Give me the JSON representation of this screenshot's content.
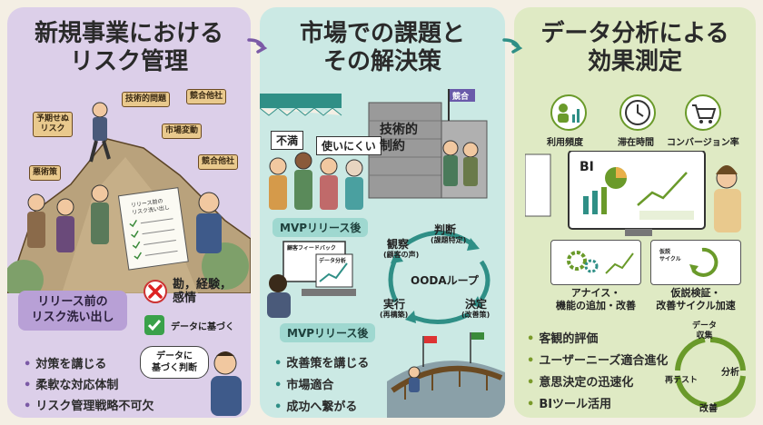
{
  "panel1": {
    "title_line1": "新規事業における",
    "title_line2": "リスク管理",
    "signs": {
      "unexpected_risk": "予期せぬ\nリスク",
      "tech_issue": "技術的問題",
      "competitor1": "競合他社",
      "market_change": "市場変動",
      "competitor2": "競合他社",
      "measures": "悪術策"
    },
    "checklist_title": "リリース前の\nリスク洗い出し",
    "highlight_label": "リリース前の\nリスク洗い出し",
    "gut": "勘，経験，\n感情",
    "data_based": "データに基づく",
    "bubble": "データに\n基づく判断",
    "bullets": [
      "対策を講じる",
      "柔軟な対応体制",
      "リスク管理戦略不可欠"
    ]
  },
  "panel2": {
    "title_line1": "市場での課題と",
    "title_line2": "その解決策",
    "sign_dissatisfied": "不満",
    "sign_hard_to_use": "使いにくい",
    "wall_text": "技術的\n制約",
    "flag_text": "競合",
    "mvp_label_top": "MVPリリース後",
    "screen_feedback": "顧客フィードバック",
    "screen_data": "データ分析",
    "ooda": {
      "observe": "観察",
      "observe_sub": "(顧客の声)",
      "judge": "判断",
      "judge_sub": "(課題特定)",
      "decide": "決定",
      "decide_sub": "(改善策)",
      "act": "実行",
      "act_sub": "(再構築)",
      "loop": "OODAループ"
    },
    "mvp_label_bottom": "MVPリリース後",
    "bullets": [
      "改善策を講じる",
      "市場適合",
      "成功へ繋がる"
    ]
  },
  "panel3": {
    "title_line1": "データ分析による",
    "title_line2": "効果測定",
    "metrics": [
      "利用頻度",
      "滞在時間",
      "コンバージョン率"
    ],
    "bi_label": "BI",
    "card1": "アナイス・\n機能の追加・改善",
    "card2": "仮説検証・\n改善サイクル加速",
    "hypothesis": "仮説\nサイクル",
    "bullets": [
      "客観的評価",
      "ユーザーニーズ適合進化",
      "意思決定の迅速化",
      "BIツール活用"
    ],
    "cycle": [
      "データ\n収集",
      "分析",
      "改善",
      "再テスト"
    ]
  },
  "colors": {
    "panel1_bg": "#dccfe9",
    "panel2_bg": "#cbe9e4",
    "panel3_bg": "#dfeac4",
    "arrow_purple": "#7b5aa6",
    "arrow_teal": "#2f8f86",
    "arrow_green": "#6a9a2a"
  }
}
